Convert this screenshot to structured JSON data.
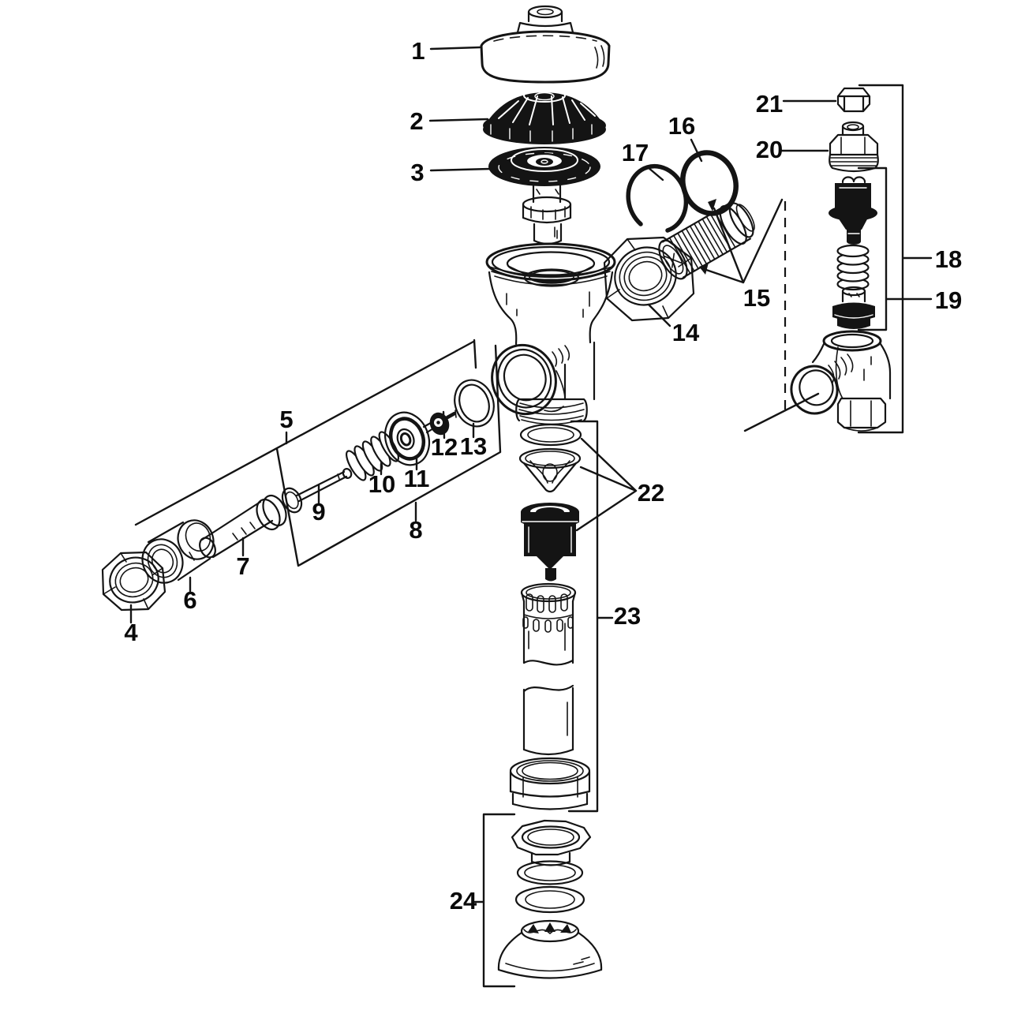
{
  "diagram": {
    "kind": "exploded-parts-diagram",
    "background": "#ffffff",
    "ink": "#141414",
    "labels": [
      {
        "text": "1"
      },
      {
        "text": "2"
      },
      {
        "text": "3"
      },
      {
        "text": "4"
      },
      {
        "text": "5"
      },
      {
        "text": "6"
      },
      {
        "text": "7"
      },
      {
        "text": "8"
      },
      {
        "text": "9"
      },
      {
        "text": "10"
      },
      {
        "text": "11"
      },
      {
        "text": "12"
      },
      {
        "text": "13"
      },
      {
        "text": "14"
      },
      {
        "text": "15"
      },
      {
        "text": "16"
      },
      {
        "text": "17"
      },
      {
        "text": "18"
      },
      {
        "text": "19"
      },
      {
        "text": "20"
      },
      {
        "text": "21"
      },
      {
        "text": "22"
      },
      {
        "text": "23"
      },
      {
        "text": "24"
      }
    ]
  }
}
